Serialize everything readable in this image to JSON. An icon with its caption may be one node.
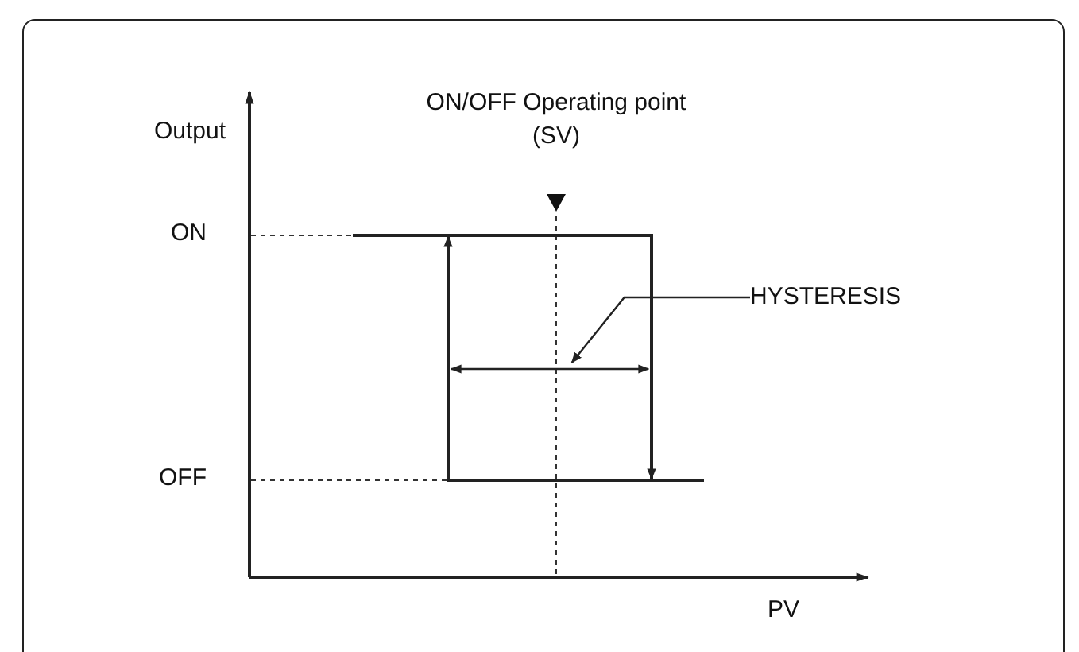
{
  "diagram": {
    "title": "ON/OFF Operating point (SV)",
    "nodes": [
      {
        "text": [
          "HYSTERESIS"
        ]
      },
      {
        "text": [],
        "shape": "arrow"
      }
    ],
    "edges": [
      {
        "from": 0,
        "to": 1,
        "arrow": "to"
      }
    ],
    "labels": [
      "Output",
      "ON",
      "OFF",
      "PV"
    ]
  }
}
